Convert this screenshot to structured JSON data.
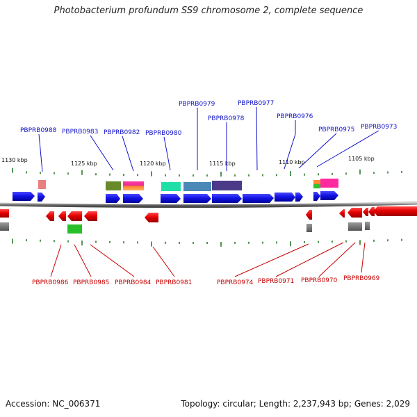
{
  "title": "Photobacterium profundum SS9 chromosome 2, complete sequence",
  "accession": "Accession: NC_006371",
  "summary": "Topology: circular; Length: 2,237,943 bp; Genes: 2,029",
  "colors": {
    "forward": "#1414e6",
    "reverse": "#e60000",
    "backbone": "#8a8a8a",
    "ticks": "#2a7a2a",
    "label_top": "#1010c8",
    "label_bottom": "#c80000"
  },
  "scale_labels": [
    {
      "text": "1130 kbp",
      "kbp": 1130
    },
    {
      "text": "1125 kbp",
      "kbp": 1125
    },
    {
      "text": "1120 kbp",
      "kbp": 1120
    },
    {
      "text": "1115 kbp",
      "kbp": 1115
    },
    {
      "text": "1110 kbp",
      "kbp": 1110
    },
    {
      "text": "1105 kbp",
      "kbp": 1105
    }
  ],
  "top_labels": [
    {
      "text": "PBPRB0988"
    },
    {
      "text": "PBPRB0983"
    },
    {
      "text": "PBPRB0982"
    },
    {
      "text": "PBPRB0980"
    },
    {
      "text": "PBPRB0979"
    },
    {
      "text": "PBPRB0978"
    },
    {
      "text": "PBPRB0977"
    },
    {
      "text": "PBPRB0976"
    },
    {
      "text": "PBPRB0975"
    },
    {
      "text": "PBPRB0973"
    }
  ],
  "bottom_labels": [
    {
      "text": "PBPRB0986"
    },
    {
      "text": "PBPRB0985"
    },
    {
      "text": "PBPRB0984"
    },
    {
      "text": "PBPRB0981"
    },
    {
      "text": "PBPRB0974"
    },
    {
      "text": "PBPRB0971"
    },
    {
      "text": "PBPRB0970"
    },
    {
      "text": "PBPRB0969"
    }
  ],
  "forward_genes": [
    {
      "name": "PBPRB0988"
    },
    {
      "name": "PBPRB0983"
    },
    {
      "name": "PBPRB0982"
    },
    {
      "name": "PBPRB0980"
    },
    {
      "name": "PBPRB0979"
    },
    {
      "name": "PBPRB0978"
    },
    {
      "name": "PBPRB0977"
    },
    {
      "name": "PBPRB0976"
    },
    {
      "name": "PBPRB0975"
    },
    {
      "name": "PBPRB0973"
    }
  ],
  "reverse_genes": [
    {
      "name": "PBPRB0986"
    },
    {
      "name": "PBPRB0985"
    },
    {
      "name": "PBPRB0984"
    },
    {
      "name": "PBPRB0981"
    },
    {
      "name": "PBPRB0974"
    },
    {
      "name": "PBPRB0971"
    },
    {
      "name": "PBPRB0970"
    },
    {
      "name": "PBPRB0969"
    }
  ]
}
